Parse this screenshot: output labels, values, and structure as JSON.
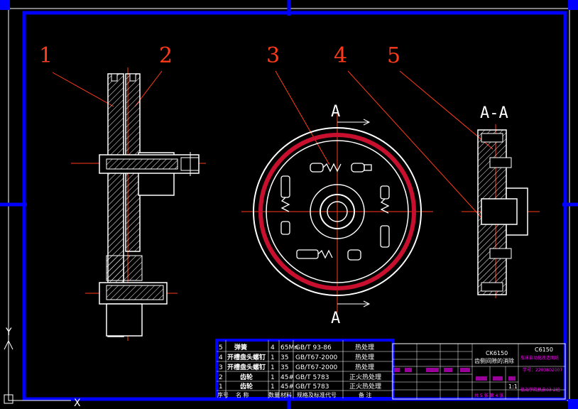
{
  "balloons": [
    "1",
    "2",
    "3",
    "4",
    "5"
  ],
  "section": {
    "cut_label": "A",
    "view_title": "A-A"
  },
  "bom": {
    "rows": [
      {
        "no": "5",
        "name": "弹簧",
        "qty": "4",
        "material": "65Mn",
        "std": "GB/T 93-86",
        "note": "热处理"
      },
      {
        "no": "4",
        "name": "开槽盘头螺钉",
        "qty": "1",
        "material": "35",
        "std": "GB/T67-2000",
        "note": "热处理"
      },
      {
        "no": "3",
        "name": "开槽盘头螺钉",
        "qty": "1",
        "material": "35",
        "std": "GB/T67-2000",
        "note": "热处理"
      },
      {
        "no": "2",
        "name": "齿轮",
        "qty": "1",
        "material": "45#",
        "std": "GB/T 5783",
        "note": "正火热处理"
      },
      {
        "no": "1",
        "name": "齿轮",
        "qty": "1",
        "material": "45#",
        "std": "GB/T 5783",
        "note": "正火热处理"
      }
    ],
    "header": {
      "no": "序号",
      "name": "名 称",
      "qty": "数量",
      "material": "材料",
      "std": "规格及标准代号",
      "note": "备 注"
    }
  },
  "title_block": {
    "drawing_no": "CK6150",
    "drawing_name": "齿侧间隙的消除",
    "project": "车床自动化改造图纸",
    "model": "C6150",
    "student_no": "学号：2203802007",
    "school": "徐海学院机自03-2班",
    "scale": "1:1",
    "sheet": "共 5 张 第 4 张"
  },
  "ucs": {
    "y": "Y",
    "x": "X"
  },
  "colors": {
    "frame": "#0000ff",
    "label": "#ff3a1a",
    "red_ring": "#c8102e",
    "accent": "#ff00ff"
  }
}
